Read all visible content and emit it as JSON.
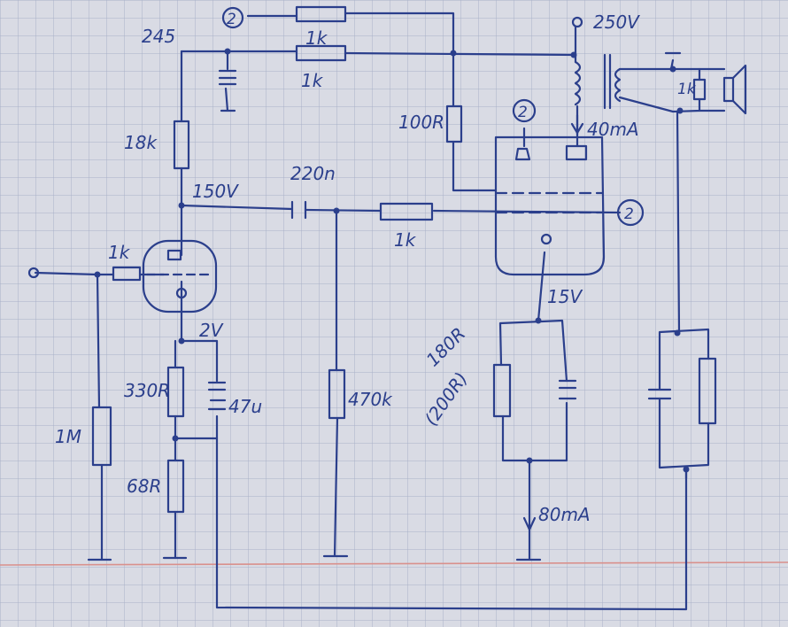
{
  "colors": {
    "paper": "#d9dbe4",
    "grid": "#a9b0c8",
    "ink": "#2b3f8c",
    "margin_line": "#d9908c"
  },
  "supply": {
    "b_plus": "250V",
    "screen": "245"
  },
  "nodes": {
    "plate_v": "150V",
    "cathode_v": "2V",
    "power_cathode_v": "15V"
  },
  "resistors": {
    "screen_top": "1k",
    "screen_drop": "1k",
    "plate_load": "18k",
    "input_stopper": "1k",
    "grid_leak": "1M",
    "cathode_a": "330R",
    "cathode_b": "68R",
    "grid_res": "470k",
    "grid_stopper": "1k",
    "screen_stopper": "100R",
    "cathode_power": "180R",
    "cathode_power_alt": "(200R)",
    "speaker_load": "1k"
  },
  "capacitors": {
    "coupling": "220n",
    "cathode_bypass": "47u"
  },
  "currents": {
    "plate_current": "40mA",
    "cathode_current": "80mA"
  },
  "markers": {
    "g2_tag": "2"
  }
}
